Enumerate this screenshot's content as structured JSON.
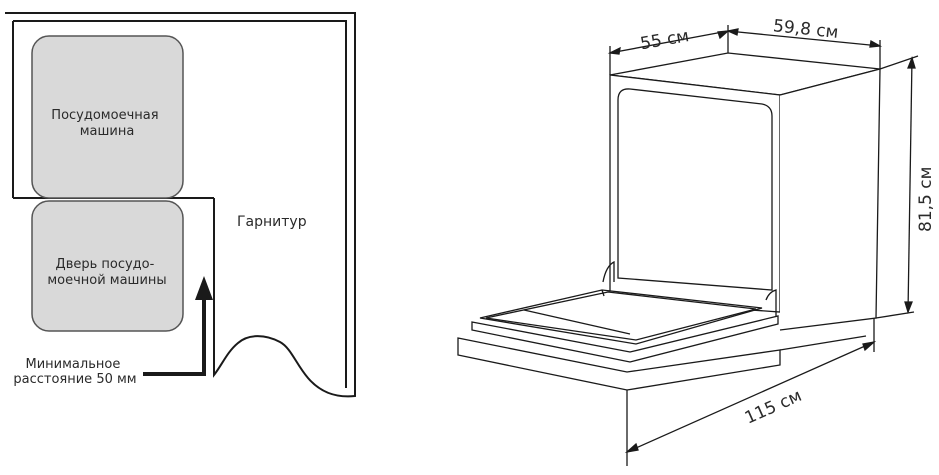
{
  "left_panel": {
    "dishwasher_label": [
      "Посудомоечная",
      "машина"
    ],
    "door_label": [
      "Дверь посудо-",
      "моечной машины"
    ],
    "cabinet_label": "Гарнитур",
    "clearance_label": [
      "Минимальное",
      "расстояние 50 мм"
    ]
  },
  "right_panel": {
    "depth": "55 см",
    "width": "59,8 см",
    "height": "81,5 см",
    "open_depth": "115 см"
  },
  "colors": {
    "line": "#1a1a1a",
    "box_fill": "#d9d9d9",
    "box_stroke": "#555555",
    "text": "#2a2a2a"
  }
}
